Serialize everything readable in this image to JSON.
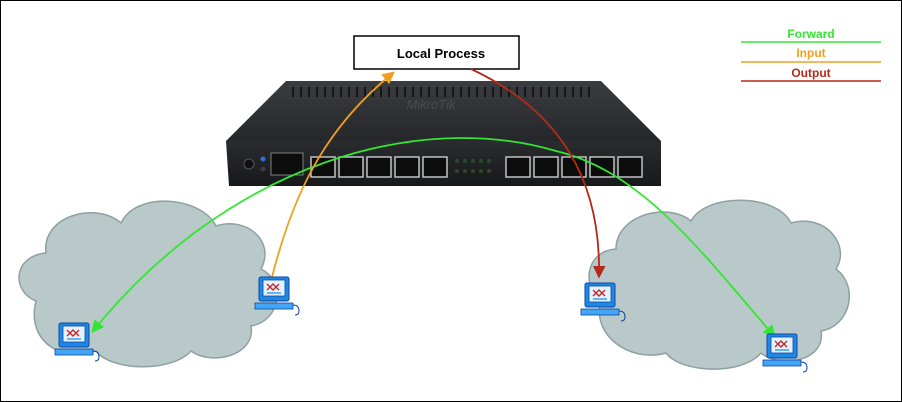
{
  "local_process": {
    "label": "Local Process"
  },
  "legend": {
    "items": [
      {
        "label": "Forward",
        "color": "#33e633"
      },
      {
        "label": "Input",
        "color": "#f0a020"
      },
      {
        "label": "Output",
        "color": "#b52a1a"
      }
    ]
  },
  "router": {
    "brand": "MikroTik"
  },
  "colors": {
    "cloud_fill": "#b9c9ca",
    "cloud_stroke": "#8fa0a2",
    "router_body": "#2e3033",
    "pc_blue": "#1e88e5"
  }
}
